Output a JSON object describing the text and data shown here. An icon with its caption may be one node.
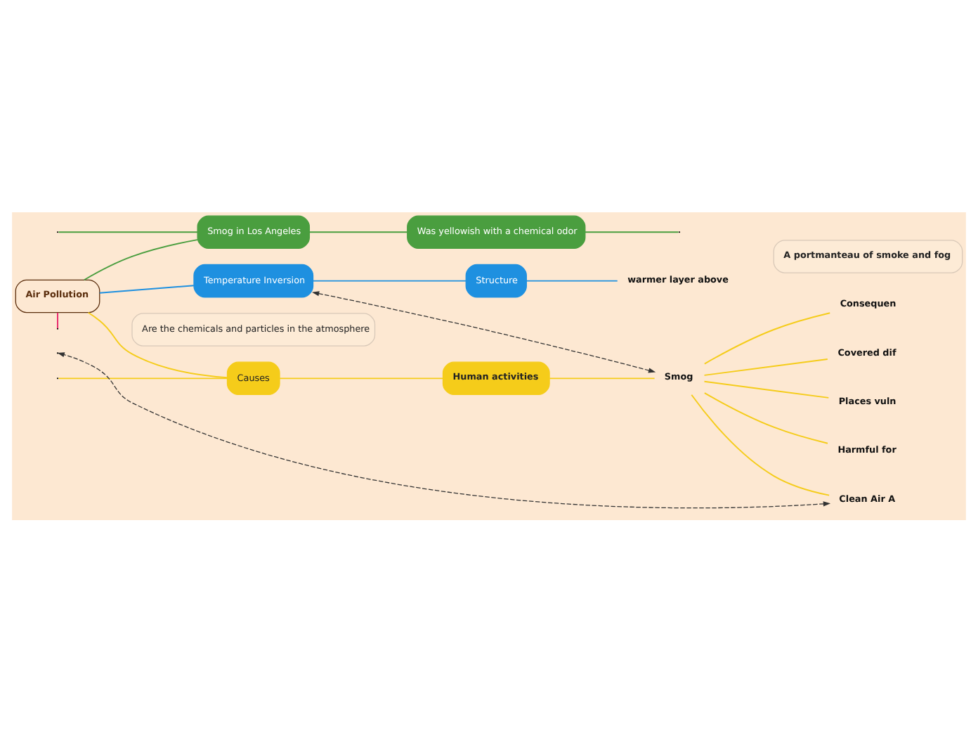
{
  "diagram": {
    "nodes": [
      {
        "text": [
          "Air Pollution"
        ]
      },
      {
        "text": [
          "Are the chemicals and particles in the atmosphere"
        ]
      },
      {
        "text": [
          "Smog in Los Angeles"
        ]
      },
      {
        "text": [
          "Was yellowish with a chemical odor"
        ]
      },
      {
        "text": [
          "Causes"
        ]
      },
      {
        "text": [
          "Human activities"
        ]
      },
      {
        "text": [
          "Smog"
        ]
      },
      {
        "text": [
          "A portmanteau of smoke and fog"
        ]
      },
      {
        "text": [
          "Consequen"
        ]
      },
      {
        "text": [
          "Covered dif"
        ]
      },
      {
        "text": [
          "Places vuln"
        ]
      },
      {
        "text": [
          "Harmful for"
        ]
      },
      {
        "text": [
          "Clean Air A"
        ]
      },
      {
        "text": [
          "Temperature Inversion"
        ]
      },
      {
        "text": [
          "Structure"
        ]
      },
      {
        "text": [
          "warmer layer above"
        ]
      }
    ],
    "edges": [
      {
        "from": 0,
        "to": 2,
        "arrow": "none",
        "color": "#4a9e3f"
      },
      {
        "from": 2,
        "to": null,
        "arrow": "none",
        "color": "#4a9e3f"
      },
      {
        "from": 2,
        "to": 3,
        "arrow": "none",
        "color": "#4a9e3f"
      },
      {
        "from": 3,
        "to": null,
        "arrow": "none",
        "color": "#4a9e3f"
      },
      {
        "from": 0,
        "to": 4,
        "arrow": "none",
        "color": "#f5cc1a"
      },
      {
        "from": 4,
        "to": null,
        "arrow": "none",
        "color": "#f5cc1a"
      },
      {
        "from": 4,
        "to": 5,
        "arrow": "none",
        "color": "#f5cc1a"
      },
      {
        "from": 5,
        "to": 6,
        "arrow": "none",
        "color": "#f5cc1a"
      },
      {
        "from": 6,
        "to": 8,
        "arrow": "none",
        "color": "#f5cc1a"
      },
      {
        "from": 6,
        "to": 9,
        "arrow": "none",
        "color": "#f5cc1a"
      },
      {
        "from": 6,
        "to": 10,
        "arrow": "none",
        "color": "#f5cc1a"
      },
      {
        "from": 6,
        "to": 11,
        "arrow": "none",
        "color": "#f5cc1a"
      },
      {
        "from": 6,
        "to": 12,
        "arrow": "none",
        "color": "#f5cc1a"
      },
      {
        "from": 0,
        "to": 13,
        "arrow": "none",
        "color": "#1e90e0"
      },
      {
        "from": 13,
        "to": 14,
        "arrow": "none",
        "color": "#1e90e0"
      },
      {
        "from": 14,
        "to": 15,
        "arrow": "none",
        "color": "#1e90e0"
      },
      {
        "from": 0,
        "to": null,
        "arrow": "none",
        "color": "#e8256a"
      },
      {
        "from": 13,
        "to": 6,
        "arrow": "both",
        "style": "dashed",
        "color": "#333333"
      },
      {
        "from": 12,
        "to": null,
        "arrow": "both",
        "style": "dashed",
        "color": "#333333"
      }
    ]
  }
}
